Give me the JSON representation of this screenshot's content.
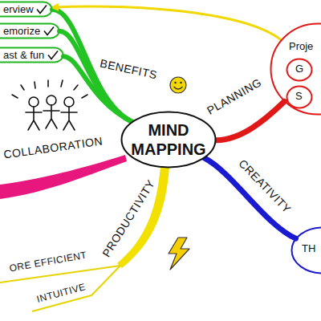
{
  "diagram": {
    "nodes": [
      {
        "text": [
          "MIND MAPPING"
        ]
      },
      {
        "text": [
          "erview"
        ]
      },
      {
        "text": [
          "emorize"
        ]
      },
      {
        "text": [
          "ast & fun"
        ]
      },
      {
        "text": [
          "Proje"
        ]
      },
      {
        "text": [
          "G"
        ],
        "in": 4
      },
      {
        "text": [
          "S"
        ],
        "in": 4
      },
      {
        "text": [
          "TH"
        ]
      }
    ],
    "edges": [
      {
        "from": 0,
        "to": 1,
        "arrow": "none"
      },
      {
        "from": 0,
        "to": 2,
        "arrow": "none"
      },
      {
        "from": 0,
        "to": 3,
        "arrow": "none"
      },
      {
        "from": 0,
        "to": 4,
        "arrow": "none"
      },
      {
        "from": 0,
        "to": 7,
        "arrow": "none"
      },
      {
        "from": 4,
        "to": 1,
        "arrow": "to"
      }
    ],
    "labels": [
      "BENEFITS",
      "PLANNING",
      "CREATIVITY",
      "PRODUCTIVITY",
      "COLLABORATION",
      "ORE EFFICIENT",
      "INTUITIVE"
    ]
  }
}
